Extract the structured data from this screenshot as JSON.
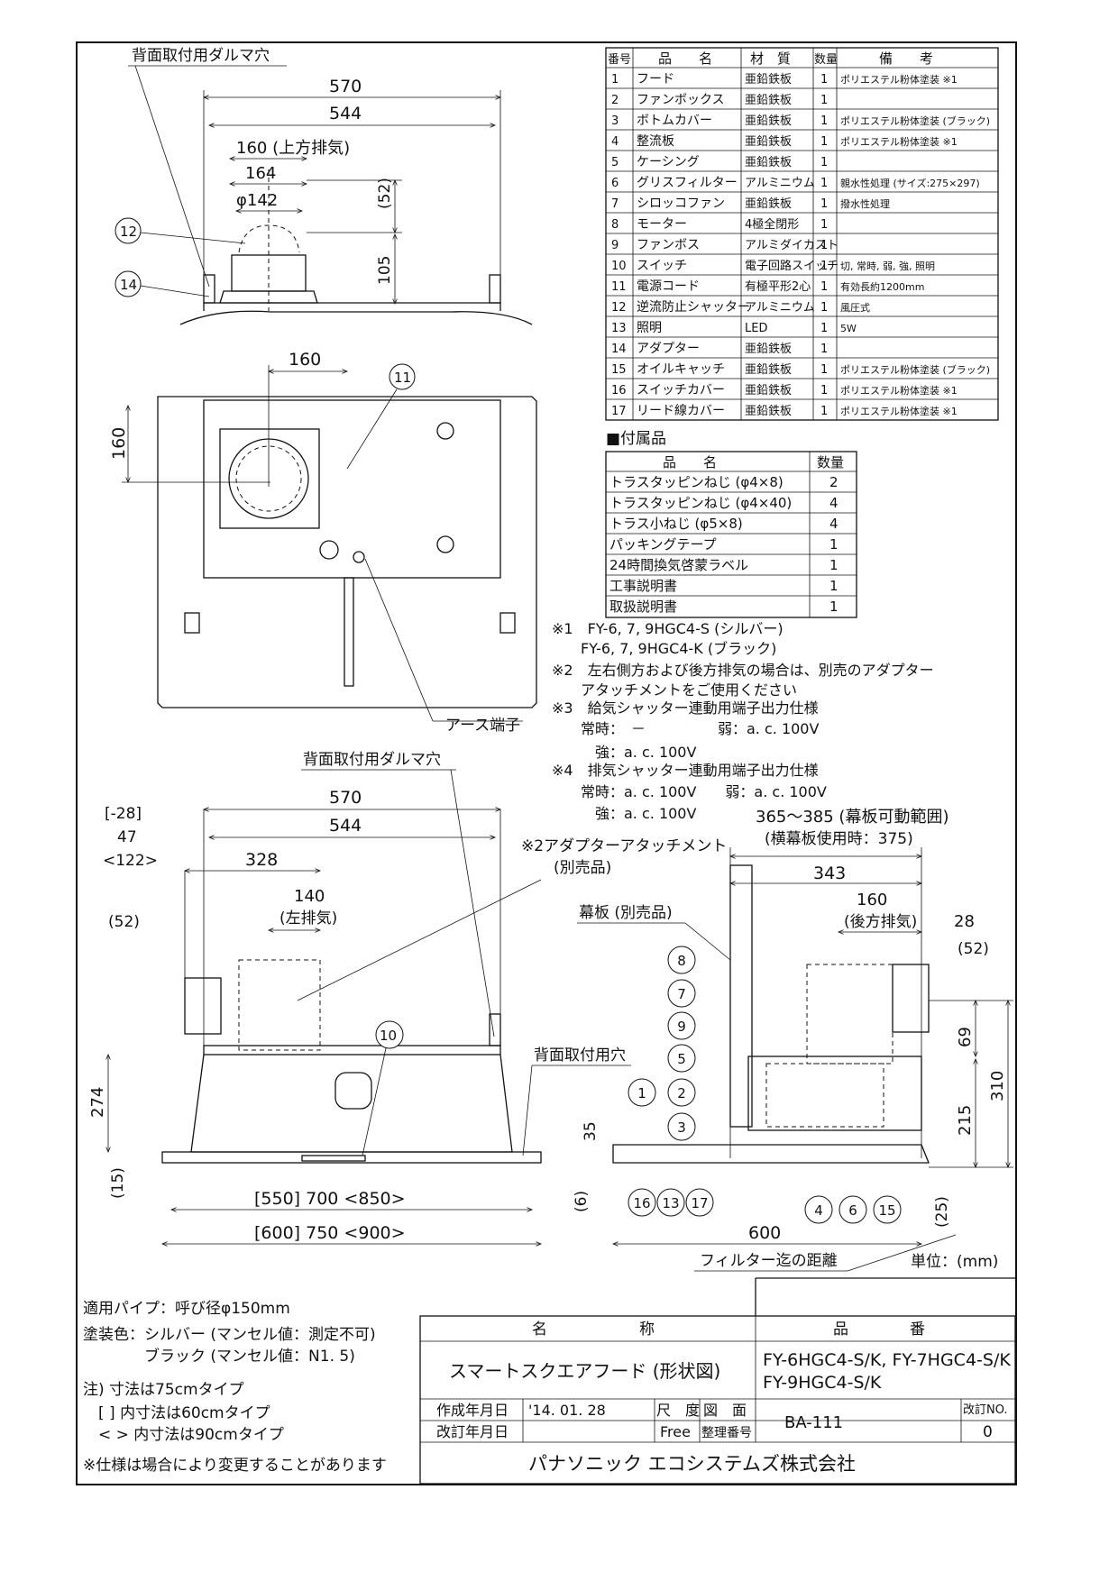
{
  "parts_table": {
    "headers": [
      "番号",
      "品　　名",
      "材　質",
      "数量",
      "備　　考"
    ],
    "rows": [
      [
        "1",
        "フード",
        "亜鉛鉄板",
        "1",
        "ポリエステル粉体塗装 ※1"
      ],
      [
        "2",
        "ファンボックス",
        "亜鉛鉄板",
        "1",
        ""
      ],
      [
        "3",
        "ボトムカバー",
        "亜鉛鉄板",
        "1",
        "ポリエステル粉体塗装 (ブラック)"
      ],
      [
        "4",
        "整流板",
        "亜鉛鉄板",
        "1",
        "ポリエステル粉体塗装 ※1"
      ],
      [
        "5",
        "ケーシング",
        "亜鉛鉄板",
        "1",
        ""
      ],
      [
        "6",
        "グリスフィルター",
        "アルミニウム",
        "1",
        "親水性処理 (サイズ:275×297)"
      ],
      [
        "7",
        "シロッコファン",
        "亜鉛鉄板",
        "1",
        "撥水性処理"
      ],
      [
        "8",
        "モーター",
        "4極全閉形",
        "1",
        ""
      ],
      [
        "9",
        "ファンボス",
        "アルミダイカスト",
        "1",
        ""
      ],
      [
        "10",
        "スイッチ",
        "電子回路スイッチ",
        "1",
        "切, 常時, 弱, 強, 照明"
      ],
      [
        "11",
        "電源コード",
        "有極平形2心",
        "1",
        "有効長約1200mm"
      ],
      [
        "12",
        "逆流防止シャッター",
        "アルミニウム",
        "1",
        "風圧式"
      ],
      [
        "13",
        "照明",
        "LED",
        "1",
        "5W"
      ],
      [
        "14",
        "アダプター",
        "亜鉛鉄板",
        "1",
        ""
      ],
      [
        "15",
        "オイルキャッチ",
        "亜鉛鉄板",
        "1",
        "ポリエステル粉体塗装 (ブラック)"
      ],
      [
        "16",
        "スイッチカバー",
        "亜鉛鉄板",
        "1",
        "ポリエステル粉体塗装 ※1"
      ],
      [
        "17",
        "リード線カバー",
        "亜鉛鉄板",
        "1",
        "ポリエステル粉体塗装 ※1"
      ]
    ]
  },
  "accessories": {
    "title": "■付属品",
    "headers": [
      "品　　名",
      "数量"
    ],
    "rows": [
      [
        "トラスタッピンねじ (φ4×8)",
        "2"
      ],
      [
        "トラスタッピンねじ (φ4×40)",
        "4"
      ],
      [
        "トラス小ねじ (φ5×8)",
        "4"
      ],
      [
        "パッキングテープ",
        "1"
      ],
      [
        "24時間換気啓蒙ラベル",
        "1"
      ],
      [
        "工事説明書",
        "1"
      ],
      [
        "取扱説明書",
        "1"
      ]
    ]
  },
  "notes_right": [
    "※1　FY-6, 7, 9HGC4-S (シルバー)",
    "　　FY-6, 7, 9HGC4-K (ブラック)",
    "※2　左右側方および後方排気の場合は、別売のアダプター",
    "　　アタッチメントをご使用ください",
    "※3　給気シャッター連動用端子出力仕様",
    "　　常時：　－　　　　　弱：a. c. 100V",
    "　　　強：a. c. 100V",
    "※4　排気シャッター連動用端子出力仕様",
    "　　常時：a. c. 100V　　弱：a. c. 100V",
    "　　　強：a. c. 100V"
  ],
  "top_view": {
    "label_dharma": "背面取付用ダルマ穴",
    "dim_570": "570",
    "dim_544": "544",
    "dim_160_top": "160 (上方排気)",
    "dim_164": "164",
    "dim_142": "φ142",
    "dim_52": "(52)",
    "dim_105": "105",
    "balloon_12": "12",
    "balloon_14": "14"
  },
  "plan_view": {
    "dim_160_h": "160",
    "dim_160_v": "160",
    "balloon_11": "11",
    "earth_label": "アース端子"
  },
  "front_view": {
    "label_dharma": "背面取付用ダルマ穴",
    "dim_570": "570",
    "dim_544": "544",
    "dim_328": "328",
    "dim_28": "[-28]",
    "dim_47": "47",
    "dim_122": "<122>",
    "dim_140": "140",
    "left_exhaust": "(左排気)",
    "dim_52": "(52)",
    "dim_274": "274",
    "dim_15": "(15)",
    "dim_width1": "[550] 700 <850>",
    "dim_width2": "[600] 750 <900>",
    "balloon_10": "10",
    "back_hole": "背面取付用穴"
  },
  "side_view": {
    "range_label": "365～385 (幕板可動範囲)",
    "range_sub": "(横幕板使用時：375)",
    "adapter_label": "※2アダプターアタッチメント",
    "adapter_sub": "(別売品)",
    "makuita": "幕板 (別売品)",
    "dim_343": "343",
    "dim_160": "160",
    "rear_exhaust": "(後方排気)",
    "dim_28": "28",
    "dim_52": "(52)",
    "dim_69": "69",
    "dim_310": "310",
    "dim_215": "215",
    "dim_35": "35",
    "dim_6": "(6)",
    "dim_25": "(25)",
    "dim_600": "600",
    "filter_label": "フィルター迄の距離",
    "unit": "単位：(mm)",
    "balloons": [
      "8",
      "7",
      "9",
      "5",
      "1",
      "2",
      "3",
      "16",
      "13",
      "17",
      "4",
      "6",
      "15"
    ]
  },
  "bottom_notes": [
    "適用パイプ：呼び径φ150mm",
    "塗装色：シルバー (マンセル値：測定不可)",
    "　　　　ブラック (マンセル値：N1. 5)",
    "注) 寸法は75cmタイプ",
    "　[ ] 内寸法は60cmタイプ",
    "　< > 内寸法は90cmタイプ",
    "※仕様は場合により変更することがあります"
  ],
  "title_block": {
    "name_header": "名　　　　　　称",
    "product_header": "品　　　　番",
    "name": "スマートスクエアフード (形状図)",
    "product_line1": "FY-6HGC4-S/K, FY-7HGC4-S/K",
    "product_line2": "FY-9HGC4-S/K",
    "created_label": "作成年月日",
    "created_value": "'14. 01. 28",
    "scale_label": "尺　度",
    "scale_value": "Free",
    "drawing_label": "図　面",
    "drawing_label2": "整理番号",
    "drawing_number": "BA-111",
    "revised_label": "改訂年月日",
    "rev_no_label": "改訂NO.",
    "rev_no": "0",
    "company": "パナソニック エコシステムズ株式会社"
  }
}
